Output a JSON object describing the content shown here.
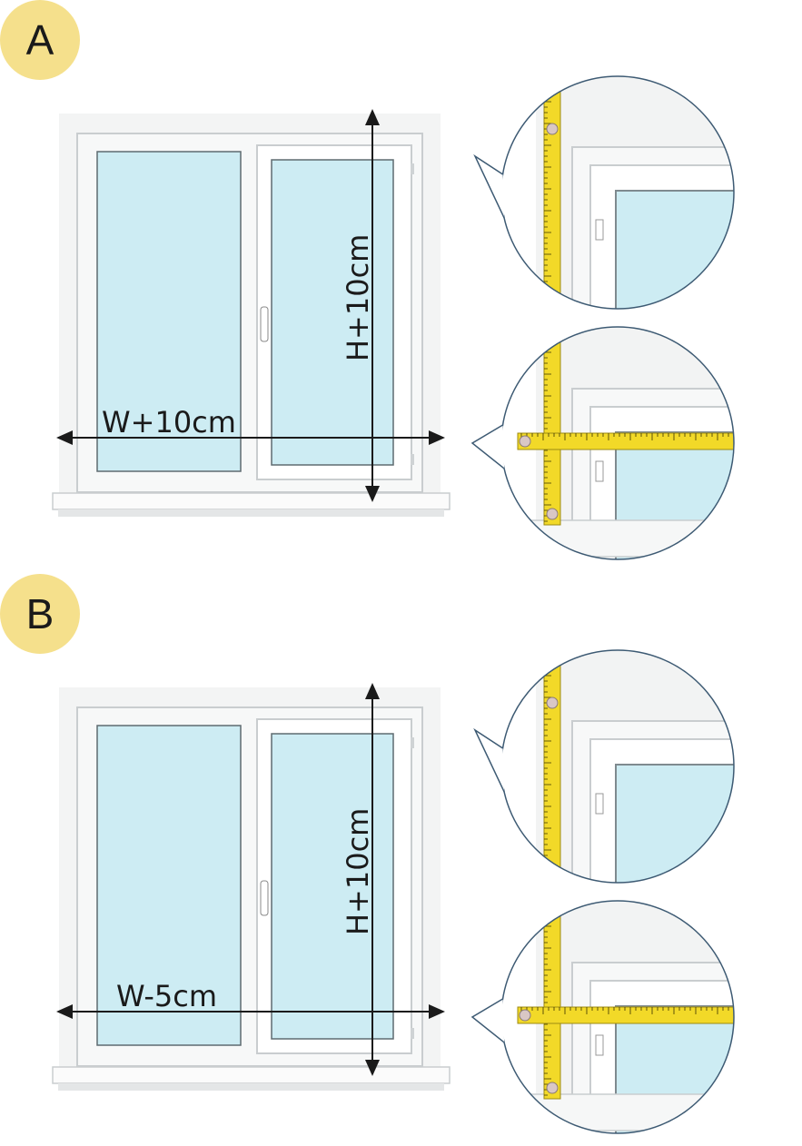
{
  "colors": {
    "badge": "#f5e08c",
    "glass": "#cdecf3",
    "frame": "#f7f8f8",
    "frame_edge": "#c9cdcf",
    "tape": "#f2d928",
    "callout_outline": "#3d5a73",
    "arrow": "#1a1a1a"
  },
  "sections": [
    {
      "letter": "A",
      "height_label": "H+10cm",
      "width_label": "W+10cm",
      "callouts": [
        "vertical-measure-icon",
        "cross-measure-icon"
      ]
    },
    {
      "letter": "B",
      "height_label": "H+10cm",
      "width_label": "W-5cm",
      "callouts": [
        "vertical-measure-icon",
        "cross-measure-icon"
      ]
    }
  ]
}
